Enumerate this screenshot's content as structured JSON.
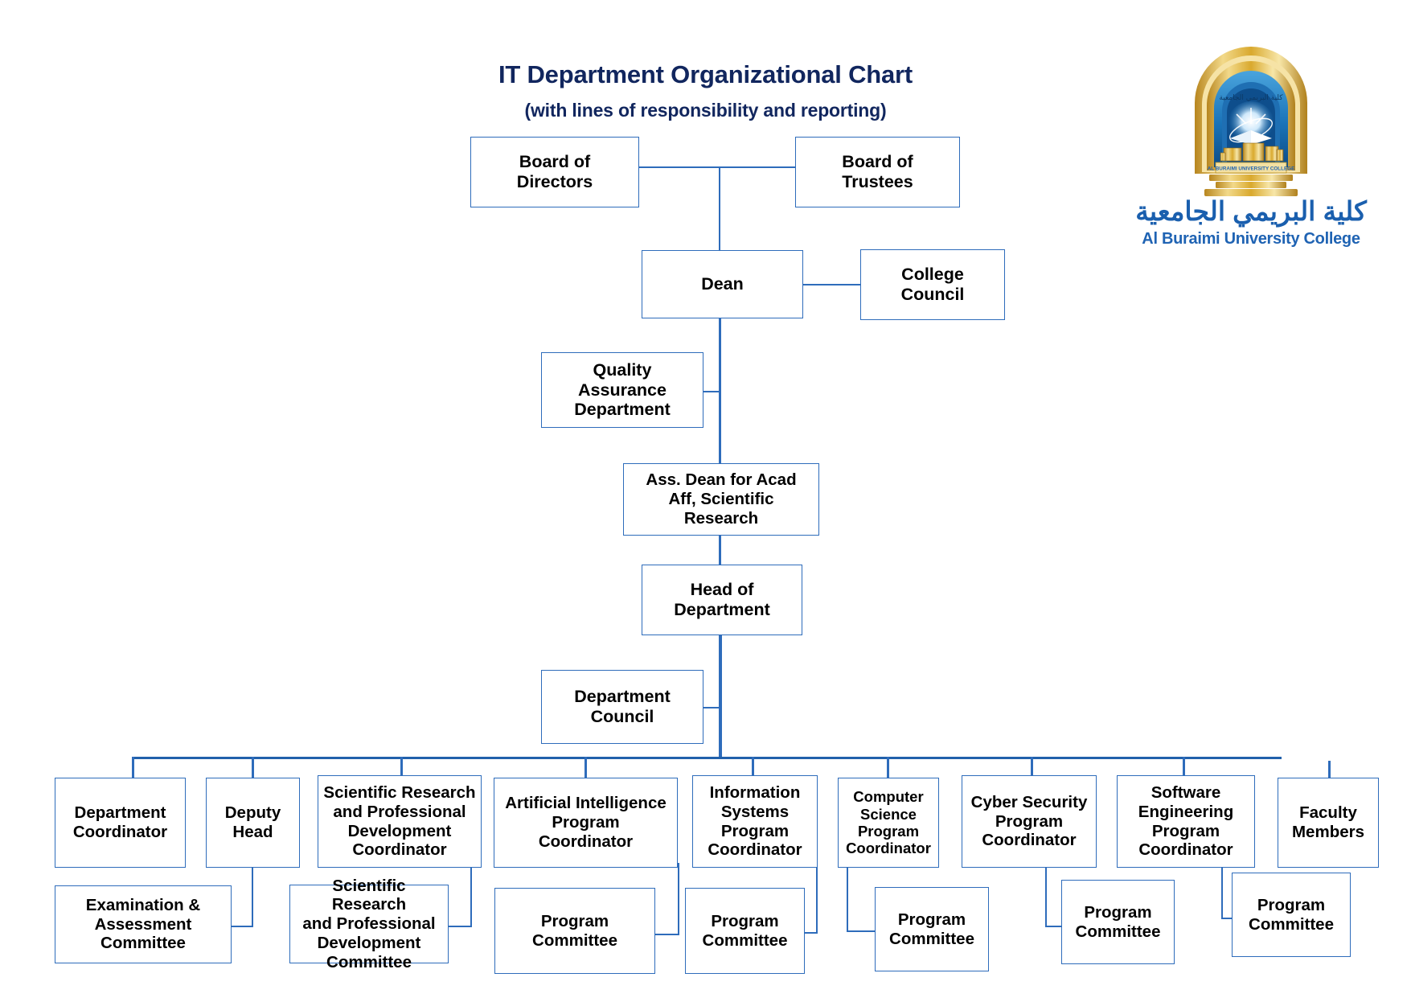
{
  "header": {
    "title": "IT Department Organizational Chart",
    "subtitle": "(with lines of responsibility and reporting)"
  },
  "logo": {
    "name": "university-logo",
    "emblem_caption": "AL BURAIMI UNIVERSITY COLLEGE",
    "arabic_name": "كلية البريمي الجامعية",
    "english_name": "Al Buraimi University College",
    "colors": {
      "gold": "#d8a533",
      "blue": "#1f7ec4",
      "text_blue": "#1a5fae"
    }
  },
  "colors": {
    "title": "#11265e",
    "box_border": "#2e6cbb",
    "connector": "#2160ab",
    "box_fill": "#ffffff",
    "box_text": "#000000"
  },
  "chart_data": {
    "type": "org-chart",
    "title": "IT Department Organizational Chart",
    "subtitle": "(with lines of responsibility and reporting)",
    "nodes": [
      {
        "id": "board-of-directors",
        "label": "Board of\nDirectors",
        "level": 1
      },
      {
        "id": "board-of-trustees",
        "label": "Board of\nTrustees",
        "level": 1
      },
      {
        "id": "dean",
        "label": "Dean",
        "level": 2
      },
      {
        "id": "college-council",
        "label": "College\nCouncil",
        "level": 2
      },
      {
        "id": "quality-assurance-department",
        "label": "Quality\nAssurance\nDepartment",
        "level": 3
      },
      {
        "id": "ass-dean-acad-aff",
        "label": "Ass. Dean for Acad\nAff, Scientific\nResearch",
        "level": 4
      },
      {
        "id": "head-of-department",
        "label": "Head of\nDepartment",
        "level": 5
      },
      {
        "id": "department-council",
        "label": "Department\nCouncil",
        "level": 6
      },
      {
        "id": "department-coordinator",
        "label": "Department\nCoordinator",
        "level": 7
      },
      {
        "id": "deputy-head",
        "label": "Deputy\nHead",
        "level": 7
      },
      {
        "id": "scientific-research-coordinator",
        "label": "Scientific Research\nand Professional\nDevelopment\nCoordinator",
        "level": 7
      },
      {
        "id": "ai-program-coordinator",
        "label": "Artificial Intelligence\nProgram\nCoordinator",
        "level": 7
      },
      {
        "id": "is-program-coordinator",
        "label": "Information\nSystems\nProgram\nCoordinator",
        "level": 7
      },
      {
        "id": "cs-program-coordinator",
        "label": "Computer\nScience\nProgram\nCoordinator",
        "level": 7
      },
      {
        "id": "cyber-security-program-coordinator",
        "label": "Cyber Security\nProgram\nCoordinator",
        "level": 7
      },
      {
        "id": "software-engineering-program-coordinator",
        "label": "Software\nEngineering\nProgram\nCoordinator",
        "level": 7
      },
      {
        "id": "faculty-members",
        "label": "Faculty\nMembers",
        "level": 7
      },
      {
        "id": "examination-assessment-committee",
        "label": "Examination &\nAssessment\nCommittee",
        "level": 8
      },
      {
        "id": "scientific-research-committee",
        "label": "Scientific Research\nand Professional\nDevelopment\nCommittee",
        "level": 8
      },
      {
        "id": "program-committee-ai",
        "label": "Program\nCommittee",
        "level": 8
      },
      {
        "id": "program-committee-is",
        "label": "Program\nCommittee",
        "level": 8
      },
      {
        "id": "program-committee-cs",
        "label": "Program\nCommittee",
        "level": 8
      },
      {
        "id": "program-committee-cyber",
        "label": "Program\nCommittee",
        "level": 8
      },
      {
        "id": "program-committee-se",
        "label": "Program\nCommittee",
        "level": 8
      }
    ],
    "edges": [
      {
        "from": "board-of-directors",
        "to": "board-of-trustees"
      },
      {
        "from": "board-of-directors",
        "to": "dean"
      },
      {
        "from": "board-of-trustees",
        "to": "dean"
      },
      {
        "from": "dean",
        "to": "college-council"
      },
      {
        "from": "dean",
        "to": "quality-assurance-department"
      },
      {
        "from": "dean",
        "to": "ass-dean-acad-aff"
      },
      {
        "from": "ass-dean-acad-aff",
        "to": "head-of-department"
      },
      {
        "from": "head-of-department",
        "to": "department-council"
      },
      {
        "from": "head-of-department",
        "to": "department-coordinator"
      },
      {
        "from": "head-of-department",
        "to": "deputy-head"
      },
      {
        "from": "head-of-department",
        "to": "scientific-research-coordinator"
      },
      {
        "from": "head-of-department",
        "to": "ai-program-coordinator"
      },
      {
        "from": "head-of-department",
        "to": "is-program-coordinator"
      },
      {
        "from": "head-of-department",
        "to": "cs-program-coordinator"
      },
      {
        "from": "head-of-department",
        "to": "cyber-security-program-coordinator"
      },
      {
        "from": "head-of-department",
        "to": "software-engineering-program-coordinator"
      },
      {
        "from": "head-of-department",
        "to": "faculty-members"
      },
      {
        "from": "deputy-head",
        "to": "examination-assessment-committee"
      },
      {
        "from": "scientific-research-coordinator",
        "to": "scientific-research-committee"
      },
      {
        "from": "ai-program-coordinator",
        "to": "program-committee-ai"
      },
      {
        "from": "is-program-coordinator",
        "to": "program-committee-is"
      },
      {
        "from": "cs-program-coordinator",
        "to": "program-committee-cs"
      },
      {
        "from": "cyber-security-program-coordinator",
        "to": "program-committee-cyber"
      },
      {
        "from": "software-engineering-program-coordinator",
        "to": "program-committee-se"
      }
    ]
  }
}
